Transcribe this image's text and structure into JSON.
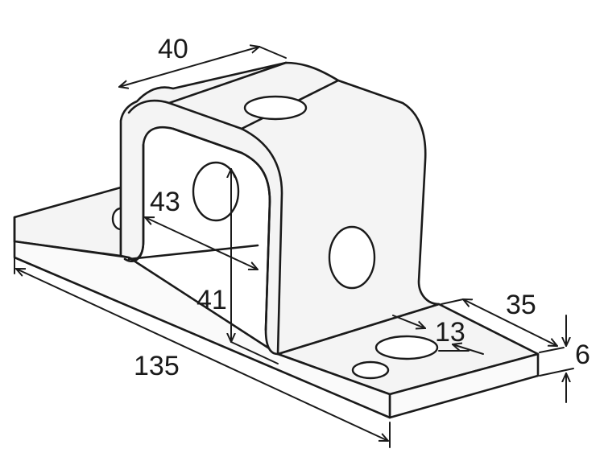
{
  "diagram": {
    "dimensions": {
      "top_width": "40",
      "inner_width": "43",
      "inner_height": "41",
      "overall_length": "135",
      "base_depth": "35",
      "hole_diameter": "13",
      "thickness": "6"
    },
    "colors": {
      "line": "#1a1a1a",
      "fill": "#f4f4f4",
      "background": "#ffffff"
    }
  }
}
